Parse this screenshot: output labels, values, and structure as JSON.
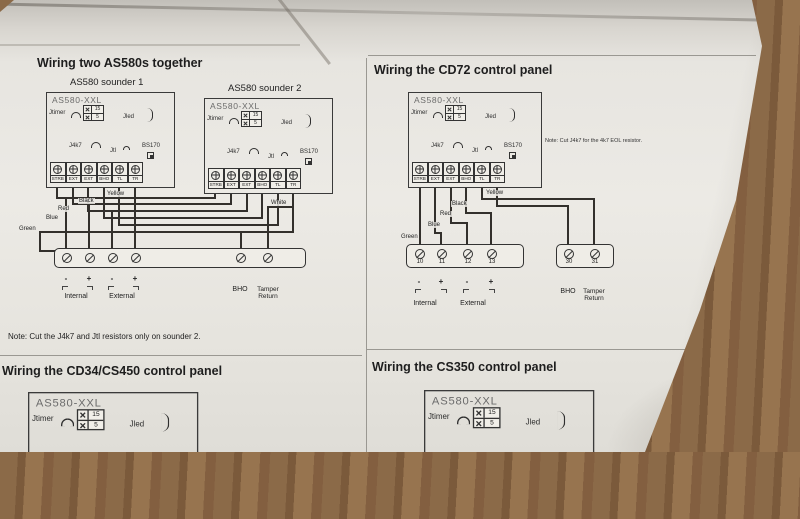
{
  "sections": {
    "two_sounders": {
      "title": "Wiring two AS580s together",
      "sounder1_label": "AS580 sounder 1",
      "sounder2_label": "AS580 sounder 2",
      "note": "Note: Cut the J4k7 and Jtl resistors only on sounder 2."
    },
    "cd72": {
      "title": "Wiring the CD72 control panel",
      "note": "Note: Cut J4k7 for the 4k7 EOL resistor.",
      "terminal_numbers": [
        "10",
        "11",
        "12",
        "13",
        "30",
        "31"
      ]
    },
    "cd34": {
      "title": "Wiring the CD34/CS450 control panel"
    },
    "cs350": {
      "title": "Wiring the CS350 control panel"
    }
  },
  "board": {
    "model": "AS580-XXL",
    "jumpers": {
      "jtimer": "Jtimer",
      "jled": "Jled",
      "j4k7": "J4k7",
      "jtl": "Jtl",
      "bs170": "BS170"
    },
    "timer_values": [
      "15",
      "5"
    ],
    "terminals": [
      "STRB",
      "EXT",
      "EXT",
      "BHO",
      "TL",
      "TR"
    ]
  },
  "wire_labels": {
    "black": "Black",
    "yellow": "Yellow",
    "red": "Red",
    "blue": "Blue",
    "green": "Green",
    "white": "White"
  },
  "connector_labels": {
    "minus": "-",
    "plus": "+",
    "internal": "Internal",
    "external": "External",
    "bho": "BHO",
    "tamper_return": "Tamper Return"
  },
  "icons": {
    "jumper": "arc-link",
    "jled": "curve-bracket",
    "bs170": "transistor-box",
    "screw_terminal": "circle-cross",
    "block_terminal": "circle-slash",
    "timer_select": "x-mark-grid"
  },
  "colors": {
    "paper": "#e9e7e2",
    "wood": "#8b6a48",
    "ink": "#222222",
    "wire": "#33302c"
  }
}
